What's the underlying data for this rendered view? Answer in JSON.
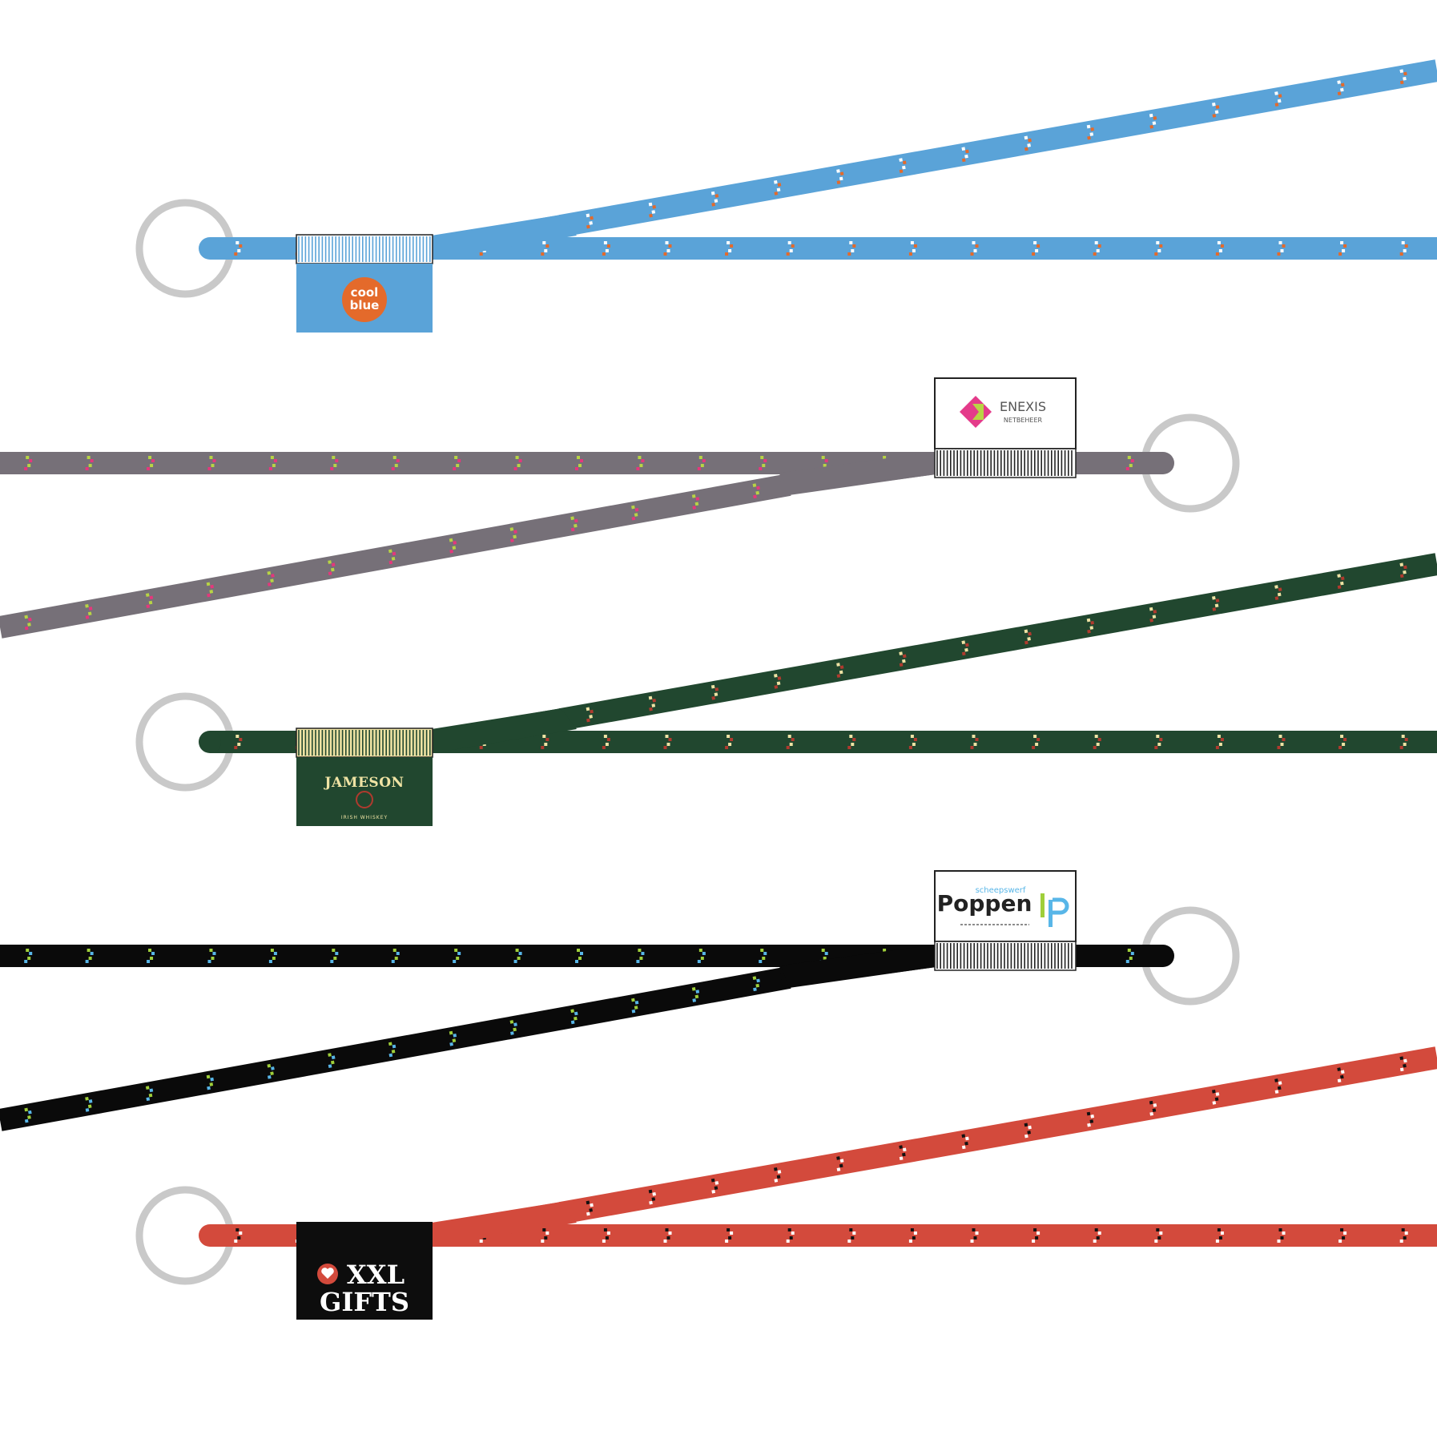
{
  "lanyards": [
    {
      "id": "coolblue",
      "rope_color": "#5aa3d8",
      "fleck_a": "#ffffff",
      "fleck_b": "#e46a2b",
      "orientation": "right",
      "tag": {
        "background": "#5aa3d8",
        "clip_color": "#ffffff",
        "clip_stripe": "#5aa3d8",
        "logo": "coolblue-logo",
        "line1": "cool",
        "line2": "blue",
        "logo_color": "#e46a2b"
      }
    },
    {
      "id": "enexis",
      "rope_color": "#767078",
      "fleck_a": "#b8d444",
      "fleck_b": "#e4387c",
      "orientation": "left",
      "tag": {
        "background": "#ffffff",
        "clip_color": "#ffffff",
        "clip_stripe": "#222222",
        "logo": "enexis-logo",
        "line1": "ENEXIS",
        "line2": "NETBEHEER",
        "logo_color": "#e43b8a",
        "logo_color2": "#b8d444"
      }
    },
    {
      "id": "jameson",
      "rope_color": "#21472f",
      "fleck_a": "#efe3a4",
      "fleck_b": "#b03a2e",
      "orientation": "right",
      "tag": {
        "background": "#21472f",
        "clip_color": "#efe3a4",
        "clip_stripe": "#21472f",
        "logo": "jameson-logo",
        "line1": "JAMESON",
        "line2": "IRISH WHISKEY",
        "logo_color": "#efe3a4",
        "logo_color2": "#b03a2e"
      }
    },
    {
      "id": "poppen",
      "rope_color": "#0a0a0a",
      "fleck_a": "#9fcf3a",
      "fleck_b": "#58b6e8",
      "orientation": "left",
      "tag": {
        "background": "#ffffff",
        "clip_color": "#ffffff",
        "clip_stripe": "#222222",
        "logo": "poppen-logo",
        "line1": "scheepswerf",
        "line2": "Poppen",
        "logo_color": "#222222",
        "logo_color2": "#58b6e8",
        "logo_color3": "#9fcf3a"
      }
    },
    {
      "id": "xxlgifts",
      "rope_color": "#d34a3c",
      "fleck_a": "#111111",
      "fleck_b": "#ffffff",
      "orientation": "right",
      "tag": {
        "background": "#0d0d0d",
        "clip_color": "#0d0d0d",
        "clip_stripe": "#0d0d0d",
        "logo": "xxlgifts-logo",
        "line1": "XXL",
        "line2": "GIFTS",
        "logo_color": "#ffffff",
        "logo_color2": "#d34a3c"
      }
    }
  ],
  "ring_color": "#c9c9c9"
}
